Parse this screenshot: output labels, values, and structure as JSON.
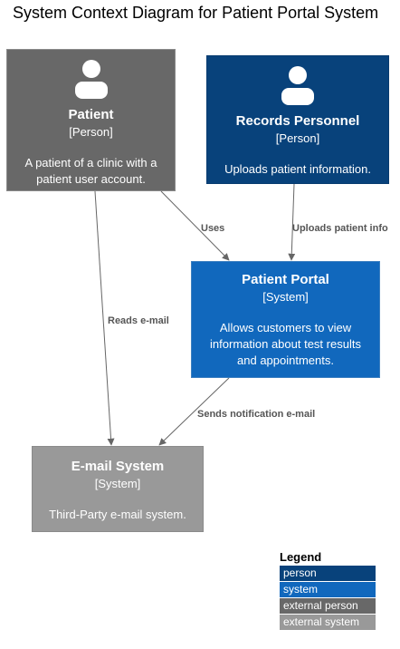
{
  "title": "System Context Diagram for Patient Portal System",
  "nodes": {
    "patient": {
      "name": "Patient",
      "kind": "[Person]",
      "desc": "A patient of a clinic with a patient user account.",
      "color": "#686868"
    },
    "records": {
      "name": "Records Personnel",
      "kind": "[Person]",
      "desc": "Uploads patient information.",
      "color": "#08427b"
    },
    "portal": {
      "name": "Patient Portal",
      "kind": "[System]",
      "desc": "Allows customers to view information about test results and appointments.",
      "color": "#1168bd"
    },
    "email": {
      "name": "E-mail System",
      "kind": "[System]",
      "desc": "Third-Party e-mail system.",
      "color": "#999999"
    }
  },
  "edges": [
    {
      "from": "patient",
      "to": "portal",
      "label": "Uses"
    },
    {
      "from": "records",
      "to": "portal",
      "label": "Uploads patient info"
    },
    {
      "from": "patient",
      "to": "email",
      "label": "Reads e-mail"
    },
    {
      "from": "portal",
      "to": "email",
      "label": "Sends notification e-mail"
    }
  ],
  "legend": {
    "title": "Legend",
    "items": [
      {
        "label": "person",
        "color": "#08427b"
      },
      {
        "label": "system",
        "color": "#1168bd"
      },
      {
        "label": "external person",
        "color": "#686868"
      },
      {
        "label": "external system",
        "color": "#999999"
      }
    ]
  }
}
